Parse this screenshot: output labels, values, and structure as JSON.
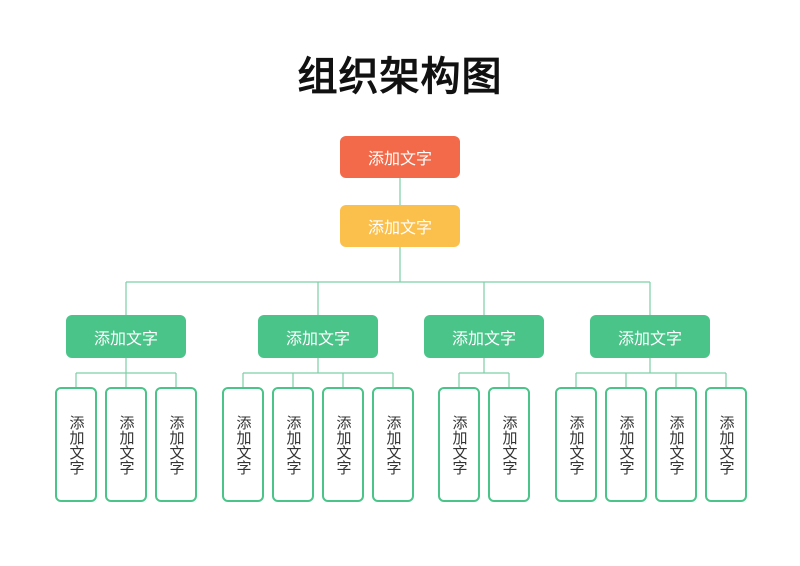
{
  "title": "组织架构图",
  "colors": {
    "root": "#f26a49",
    "level2": "#fbbf4c",
    "dept": "#4bc48a",
    "leaf_border": "#4bc48a",
    "line": "#7ccfa6"
  },
  "root": {
    "label": "添加文字"
  },
  "level2": {
    "label": "添加文字"
  },
  "departments": [
    {
      "label": "添加文字",
      "members": [
        "添加文字",
        "添加文字",
        "添加文字"
      ]
    },
    {
      "label": "添加文字",
      "members": [
        "添加文字",
        "添加文字",
        "添加文字",
        "添加文字"
      ]
    },
    {
      "label": "添加文字",
      "members": [
        "添加文字",
        "添加文字"
      ]
    },
    {
      "label": "添加文字",
      "members": [
        "添加文字",
        "添加文字",
        "添加文字",
        "添加文字"
      ]
    }
  ]
}
